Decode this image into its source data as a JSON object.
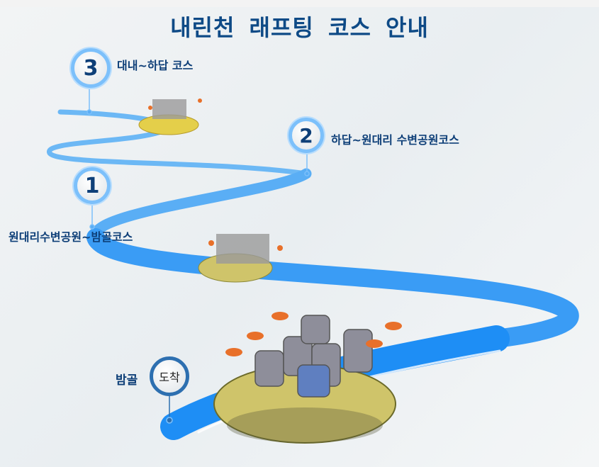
{
  "title": "내린천  래프팅 코스  안내",
  "courses": [
    {
      "number": "3",
      "label": "대내~하답 코스"
    },
    {
      "number": "2",
      "label": "하답~원대리 수변공원코스"
    },
    {
      "number": "1",
      "label": "원대리수변공원~밤골코스"
    }
  ],
  "arrival": {
    "place": "밤골",
    "badge": "도착"
  },
  "colors": {
    "title": "#0e4a86",
    "river_light": "#6cb8f5",
    "river_dark": "#1e8ef5",
    "raft": "#d8cf6a"
  }
}
